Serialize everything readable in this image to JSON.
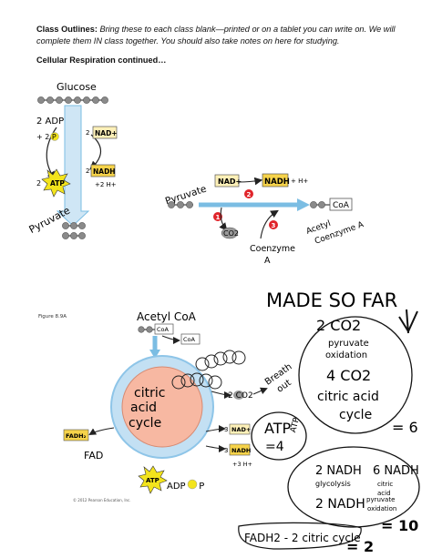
{
  "header": {
    "label": "Class Outlines:",
    "text": "Bring these to each class blank—printed or on a tablet you can write on. We will complete them IN class together. You should also take notes on here for studying."
  },
  "subheading": "Cellular Respiration continued…",
  "glycolysis": {
    "glucose": "Glucose",
    "adp": "2 ADP",
    "pi": "+ 2 P",
    "nad": "2 NAD+",
    "atp_count": "2",
    "atp": "ATP",
    "nadh_count": "2",
    "nadh": "NADH",
    "h": "+2 H+",
    "pyruvate": "Pyruvate"
  },
  "pyruvate_oxidation": {
    "pyruvate": "Pyruvate",
    "nad": "NAD+",
    "nadh": "NADH",
    "h": "+ H+",
    "co2": "CO2",
    "coa": "CoA",
    "acetyl": "Acetyl Coenzyme A",
    "coenzyme": "Coenzyme A",
    "steps": [
      "1",
      "2",
      "3"
    ]
  },
  "krebs": {
    "figure_label": "Figure 8.9A",
    "acetyl": "Acetyl CoA",
    "coa": "CoA",
    "cycle_l1": "citric",
    "cycle_l2": "acid",
    "cycle_l3": "cycle",
    "co2": "2 CO2",
    "breath": "Breath out",
    "nad_count": "3",
    "nad": "NAD+",
    "nadh_count": "3",
    "nadh": "NADH",
    "h": "+3 H+",
    "fadh2": "FADH2",
    "fad": "FAD",
    "atp": "ATP",
    "adp": "ADP + P",
    "copyright": "© 2012 Pearson Education, Inc."
  },
  "notes": {
    "title": "MADE SO FAR",
    "co2_a": "2 CO2",
    "co2_a_sub": "pyruvate oxidation",
    "co2_b": "4 CO2",
    "co2_b_sub": "citric acid cycle",
    "co2_total": "= 6",
    "atp_note": "ATP = 4 ATP",
    "nadh_a": "2 NADH",
    "nadh_a_sub": "glycolysis",
    "nadh_b": "6 NADH",
    "nadh_b_sub": "citric acid",
    "nadh_c": "2 NADH",
    "nadh_c_sub": "pyruvate oxidation",
    "nadh_total": "= 10",
    "fadh2_note": "FADH2 - 2 citric cycle",
    "fadh2_total": "= 2"
  },
  "colors": {
    "nad_fill": "#fdf0b8",
    "nadh_fill": "#f6d34a",
    "atp_fill": "#f3e41c",
    "cycle_fill": "#f7b8a2",
    "cycle_ring": "#8ec5e8",
    "arrow_blue": "#7bbde3",
    "step_red": "#e0242a"
  }
}
